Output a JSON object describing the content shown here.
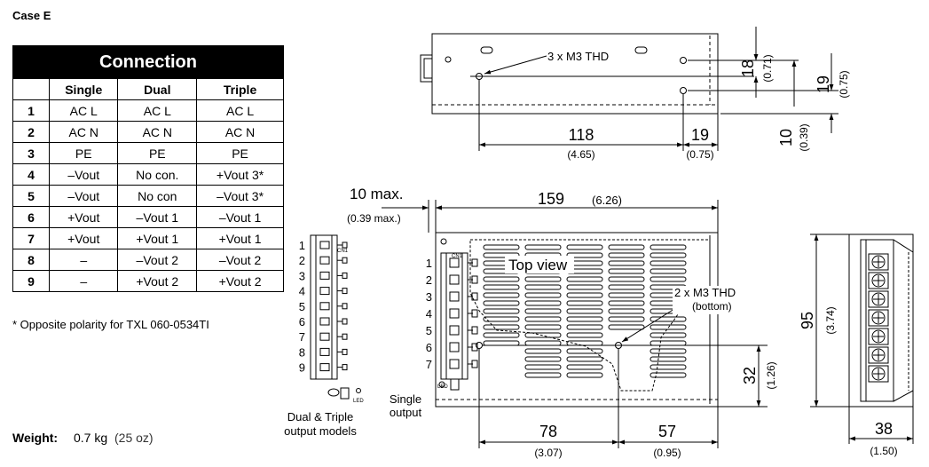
{
  "case_label": "Case E",
  "table": {
    "title": "Connection",
    "columns": [
      "",
      "Single",
      "Dual",
      "Triple"
    ],
    "rows": [
      [
        "1",
        "AC L",
        "AC L",
        "AC L"
      ],
      [
        "2",
        "AC N",
        "AC N",
        "AC N"
      ],
      [
        "3",
        "PE",
        "PE",
        "PE"
      ],
      [
        "4",
        "–Vout",
        "No con.",
        "+Vout 3*"
      ],
      [
        "5",
        "–Vout",
        "No con",
        "–Vout 3*"
      ],
      [
        "6",
        "+Vout",
        "–Vout 1",
        "–Vout 1"
      ],
      [
        "7",
        "+Vout",
        "+Vout 1",
        "+Vout 1"
      ],
      [
        "8",
        "–",
        "–Vout 2",
        "–Vout 2"
      ],
      [
        "9",
        "–",
        "+Vout 2",
        "+Vout 2"
      ]
    ]
  },
  "footnote": "* Opposite polarity for TXL 060-0534TI",
  "weight": {
    "label": "Weight:",
    "value": "0.7 kg",
    "alt": "(25 oz)"
  },
  "drawing": {
    "top_side": {
      "thread_label": "3 x M3 THD",
      "dim_118": "118",
      "dim_118_in": "(4.65)",
      "dim_19": "19",
      "dim_19_in": "(0.75)",
      "dim_18": "18",
      "dim_18_in": "(0.71)",
      "dim_19v": "19",
      "dim_19v_in": "(0.75)",
      "dim_10": "10",
      "dim_10_in": "(0.39)"
    },
    "dual_triple": {
      "pins": [
        "1",
        "2",
        "3",
        "4",
        "5",
        "6",
        "7",
        "8",
        "9"
      ],
      "connector": "CN1",
      "led": "LED",
      "caption1": "Dual & Triple",
      "caption2": "output models"
    },
    "top_view": {
      "dim_10max": "10 max.",
      "dim_10max_in": "(0.39 max.)",
      "dim_159": "159",
      "dim_159_in": "(6.26)",
      "label": "Top view",
      "thread_label": "2 x M3 THD",
      "thread_sub": "(bottom)",
      "pins": [
        "1",
        "2",
        "3",
        "4",
        "5",
        "6",
        "7"
      ],
      "connector": "CN1",
      "led": "LED",
      "caption1": "Single",
      "caption2": "output",
      "dim_32": "32",
      "dim_32_in": "(1.26)",
      "dim_78": "78",
      "dim_78_in": "(3.07)",
      "dim_57": "57",
      "dim_57_in": "(0.95)"
    },
    "end_view": {
      "dim_95": "95",
      "dim_95_in": "(3.74)",
      "dim_38": "38",
      "dim_38_in": "(1.50)"
    }
  }
}
